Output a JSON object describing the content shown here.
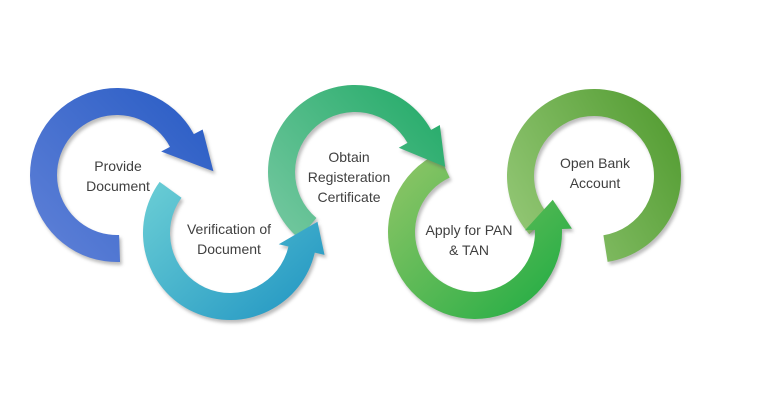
{
  "diagram": {
    "type": "process-cycle-chain",
    "background": "#ffffff",
    "text_color": "#3f3f3f",
    "steps": [
      {
        "id": "provide-document",
        "label": "Provide\nDocument",
        "shape": "circular-arrow-clockwise",
        "color_light": "#5b7ed6",
        "color_dark": "#2d5fc6"
      },
      {
        "id": "verification-of-document",
        "label": "Verification of\nDocument",
        "shape": "circular-arrow-counterclockwise",
        "color_light": "#67cbd4",
        "color_dark": "#2b9dc5"
      },
      {
        "id": "obtain-registeration-certificate",
        "label": "Obtain\nRegisteration\nCertificate",
        "shape": "circular-arrow-clockwise",
        "color_light": "#6dc59b",
        "color_dark": "#2aad6d"
      },
      {
        "id": "apply-for-pan-tan",
        "label": "Apply for PAN\n& TAN",
        "shape": "circular-arrow-counterclockwise",
        "color_light": "#8dc566",
        "color_dark": "#2caf47"
      },
      {
        "id": "open-bank-account",
        "label": "Open Bank\nAccount",
        "shape": "open-ring",
        "color_light": "#90c572",
        "color_dark": "#579f36"
      }
    ]
  }
}
